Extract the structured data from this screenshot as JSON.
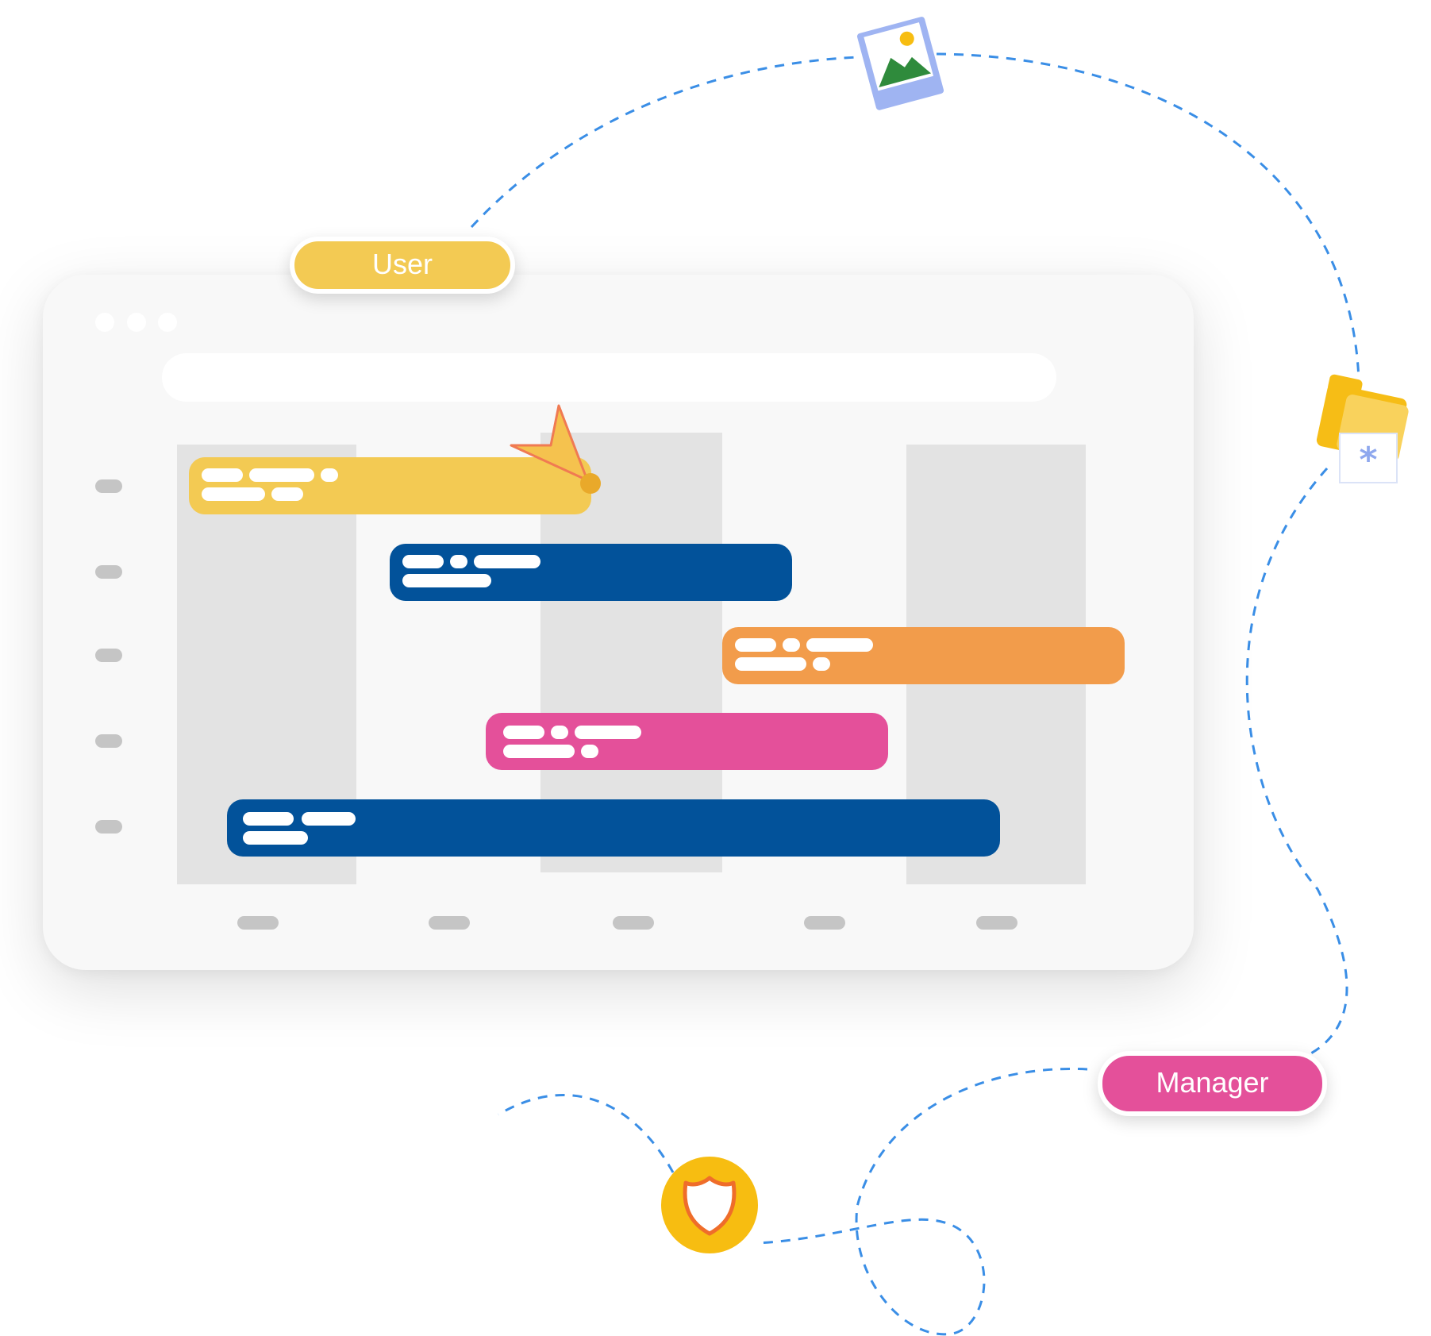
{
  "labels": {
    "user": "User",
    "manager": "Manager"
  },
  "colors": {
    "yellow": "#f3ca53",
    "blue": "#02529a",
    "orange": "#f29c4b",
    "pink": "#e4509a",
    "connector": "#3a8ee6",
    "shield_bg": "#f7bd11"
  },
  "icons": [
    "image-icon",
    "folder-icon",
    "shield-icon",
    "cursor-icon"
  ],
  "gantt": {
    "rows": 5,
    "columns": 5,
    "bars": [
      {
        "row": 1,
        "color": "yellow",
        "start": 0.07,
        "end": 2.28
      },
      {
        "row": 2,
        "color": "blue",
        "start": 1.18,
        "end": 3.4
      },
      {
        "row": 3,
        "color": "orange",
        "start": 3.0,
        "end": 5.2
      },
      {
        "row": 4,
        "color": "pink",
        "start": 1.7,
        "end": 3.9
      },
      {
        "row": 5,
        "color": "blue",
        "start": 0.28,
        "end": 4.55
      }
    ]
  }
}
